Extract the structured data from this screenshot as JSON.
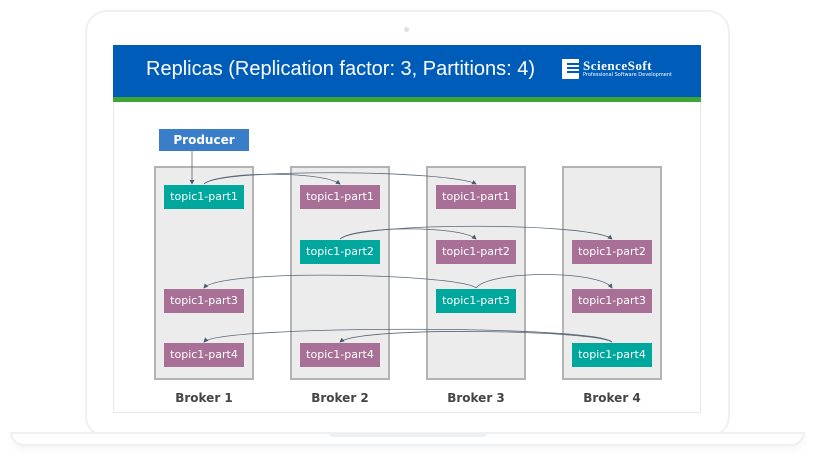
{
  "title": "Replicas (Replication factor: 3, Partitions: 4)",
  "logo": {
    "name": "ScienceSoft",
    "tagline": "Professional Software Development"
  },
  "producer": "Producer",
  "colors": {
    "header": "#005cb9",
    "accent_bar": "#3fa535",
    "leader": "#00a79d",
    "follower": "#a87096",
    "producer": "#3a7dc9"
  },
  "brokers": [
    {
      "label": "Broker 1",
      "partitions": [
        {
          "name": "topic1-part1",
          "role": "leader"
        },
        {
          "name": "topic1-part3",
          "role": "follower"
        },
        {
          "name": "topic1-part4",
          "role": "follower"
        }
      ]
    },
    {
      "label": "Broker 2",
      "partitions": [
        {
          "name": "topic1-part1",
          "role": "follower"
        },
        {
          "name": "topic1-part2",
          "role": "leader"
        },
        {
          "name": "topic1-part4",
          "role": "follower"
        }
      ]
    },
    {
      "label": "Broker 3",
      "partitions": [
        {
          "name": "topic1-part1",
          "role": "follower"
        },
        {
          "name": "topic1-part2",
          "role": "follower"
        },
        {
          "name": "topic1-part3",
          "role": "leader"
        }
      ]
    },
    {
      "label": "Broker 4",
      "partitions": [
        {
          "name": "topic1-part2",
          "role": "follower"
        },
        {
          "name": "topic1-part3",
          "role": "follower"
        },
        {
          "name": "topic1-part4",
          "role": "leader"
        }
      ]
    }
  ]
}
